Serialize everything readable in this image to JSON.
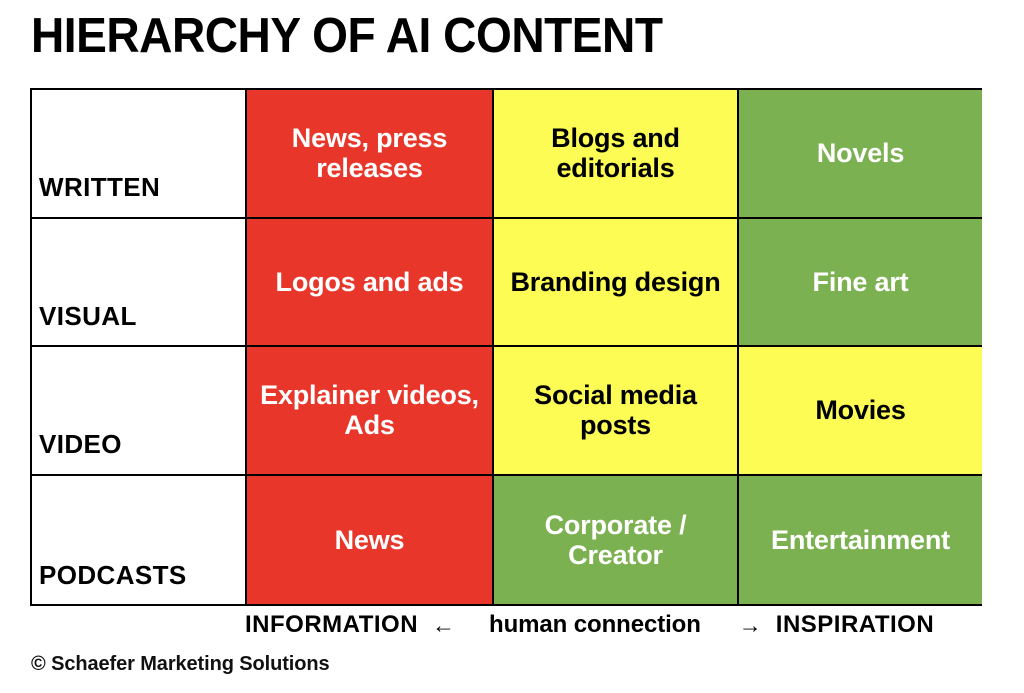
{
  "title": "HIERARCHY OF AI CONTENT",
  "credit": "© Schaefer Marketing Solutions",
  "colors": {
    "red": "#e8372a",
    "yellow": "#fcfc54",
    "green": "#7cb151",
    "border": "#000000",
    "background": "#ffffff",
    "text_dark": "#000000",
    "text_light": "#ffffff"
  },
  "axis": {
    "left_label": "INFORMATION",
    "left_arrow": "←",
    "middle_label": "human connection",
    "right_arrow": "→",
    "right_label": "INSPIRATION"
  },
  "matrix": {
    "row_labels": [
      "WRITTEN",
      "VISUAL",
      "VIDEO",
      "PODCASTS"
    ],
    "rows": [
      {
        "label": "WRITTEN",
        "cells": [
          {
            "text": "News, press releases",
            "color": "red"
          },
          {
            "text": "Blogs and editorials",
            "color": "yellow"
          },
          {
            "text": "Novels",
            "color": "green"
          }
        ]
      },
      {
        "label": "VISUAL",
        "cells": [
          {
            "text": "Logos and ads",
            "color": "red"
          },
          {
            "text": "Branding design",
            "color": "yellow"
          },
          {
            "text": "Fine art",
            "color": "green"
          }
        ]
      },
      {
        "label": "VIDEO",
        "cells": [
          {
            "text": "Explainer videos, Ads",
            "color": "red"
          },
          {
            "text": "Social media posts",
            "color": "yellow"
          },
          {
            "text": "Movies",
            "color": "yellow"
          }
        ]
      },
      {
        "label": "PODCASTS",
        "cells": [
          {
            "text": "News",
            "color": "red"
          },
          {
            "text": "Corporate / Creator",
            "color": "green"
          },
          {
            "text": "Entertainment",
            "color": "green"
          }
        ]
      }
    ]
  }
}
